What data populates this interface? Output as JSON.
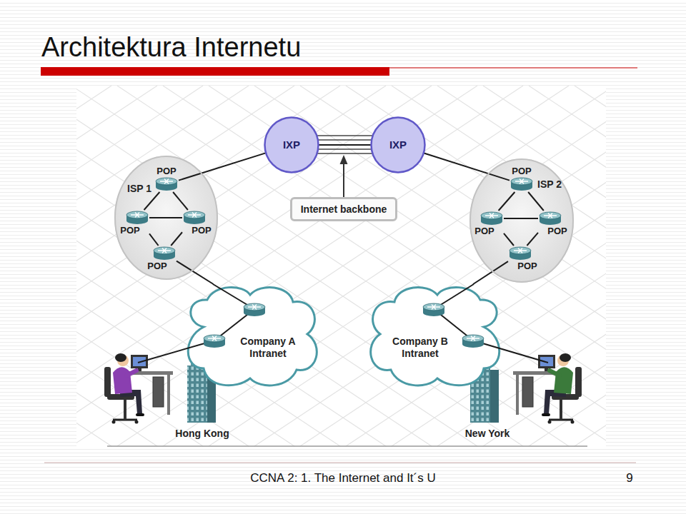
{
  "diagram": {
    "title": "Architektura Internetu",
    "nodes": [
      {
        "text": [
          "IXP"
        ]
      },
      {
        "text": [
          "IXP"
        ]
      },
      {
        "text": [
          "ISP 1"
        ]
      },
      {
        "text": [
          "POP"
        ],
        "in": 2
      },
      {
        "text": [
          "POP"
        ],
        "in": 2
      },
      {
        "text": [
          "POP"
        ],
        "in": 2
      },
      {
        "text": [
          "POP"
        ],
        "in": 2
      },
      {
        "text": [
          "ISP 2"
        ]
      },
      {
        "text": [
          "POP"
        ],
        "in": 7
      },
      {
        "text": [
          "POP"
        ],
        "in": 7
      },
      {
        "text": [
          "POP"
        ],
        "in": 7
      },
      {
        "text": [
          "POP"
        ],
        "in": 7
      },
      {
        "text": [
          "Internet backbone"
        ]
      },
      {
        "text": [
          "Company A Intranet"
        ]
      },
      {
        "text": [
          "Company B Intranet"
        ]
      }
    ],
    "edges": [
      {
        "from": 0,
        "to": 1,
        "arrow": "none"
      },
      {
        "from": 0,
        "to": 3,
        "arrow": "none"
      },
      {
        "from": 1,
        "to": 8,
        "arrow": "none"
      },
      {
        "from": 3,
        "to": 4,
        "arrow": "none"
      },
      {
        "from": 3,
        "to": 5,
        "arrow": "none"
      },
      {
        "from": 4,
        "to": 5,
        "arrow": "none"
      },
      {
        "from": 4,
        "to": 6,
        "arrow": "none"
      },
      {
        "from": 5,
        "to": 6,
        "arrow": "none"
      },
      {
        "from": 8,
        "to": 9,
        "arrow": "none"
      },
      {
        "from": 8,
        "to": 10,
        "arrow": "none"
      },
      {
        "from": 9,
        "to": 10,
        "arrow": "none"
      },
      {
        "from": 9,
        "to": 11,
        "arrow": "none"
      },
      {
        "from": 10,
        "to": 11,
        "arrow": "none"
      },
      {
        "from": 6,
        "to": 13,
        "arrow": "none"
      },
      {
        "from": 11,
        "to": 14,
        "arrow": "none"
      }
    ],
    "labels": [
      "Hong Kong",
      "New York",
      "CCNA 2: 1. The Internet and It´s U",
      "9"
    ]
  }
}
